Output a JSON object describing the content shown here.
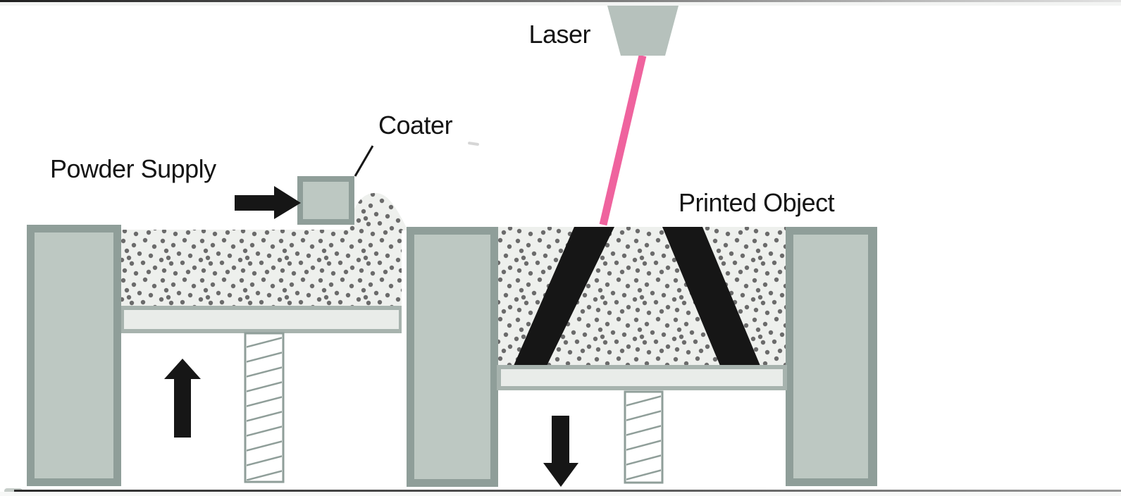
{
  "labels": {
    "laser": "Laser",
    "coater": "Coater",
    "powder_supply": "Powder Supply",
    "printed_object": "Printed Object"
  },
  "colors": {
    "wall_border": "#8f9e99",
    "wall_fill": "#bdc8c2",
    "platform_border": "#a7b3ae",
    "platform_fill": "#e9ece9",
    "powder_background": "#eef0ed",
    "powder_dot": "#6b6b6b",
    "printed_object_black": "#161616",
    "arrow_black": "#161616",
    "laser_head_fill": "#b6c1bc",
    "laser_beam_pink": "#ef639e",
    "screw_fill": "#ffffff",
    "screw_line": "#8f9e99"
  }
}
